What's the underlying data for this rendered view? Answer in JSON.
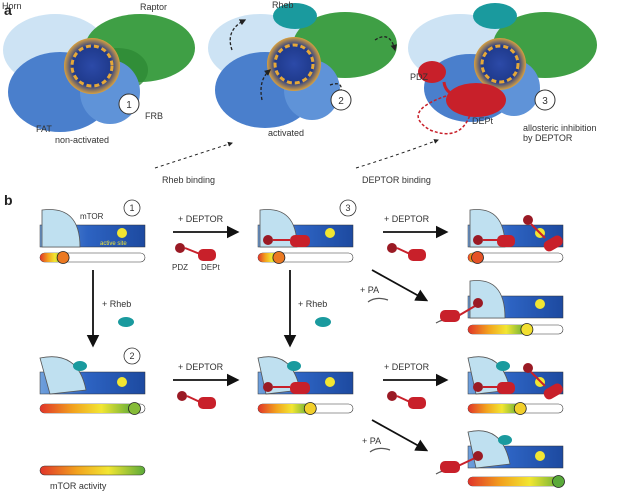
{
  "panel_a": {
    "panel_letter": "a",
    "labels": {
      "horn": "Horn",
      "raptor": "Raptor",
      "rheb": "Rheb",
      "frb": "FRB",
      "fat": "FAT",
      "pdz": "PDZ",
      "dept": "DEPt"
    },
    "states": [
      {
        "number": "1",
        "caption": "non-activated"
      },
      {
        "number": "2",
        "caption": "activated"
      },
      {
        "number": "3",
        "caption_line1": "allosteric inhibition",
        "caption_line2": "by DEPTOR"
      }
    ],
    "transitions": [
      "Rheb binding",
      "DEPTOR binding"
    ]
  },
  "panel_b": {
    "panel_letter": "b",
    "labels": {
      "mtor": "mTOR",
      "active_site": "active site",
      "pdz": "PDZ",
      "dept": "DEPt"
    },
    "state_numbers": [
      "1",
      "2",
      "3"
    ],
    "arrows": {
      "deptor": "+ DEPTOR",
      "rheb": "+ Rheb",
      "pa": "+ PA"
    },
    "activity_levels": {
      "state1": 0.22,
      "state1_deptor": 0.1,
      "state1_pa": 0.62,
      "state2": 0.9,
      "state2_deptor": 0.55,
      "state3": 0.22,
      "state2_pa": 1.0
    },
    "legend": "mTOR activity"
  },
  "colors": {
    "kinase_blue": "#2a62c0",
    "lobe": "#bfe0f0",
    "deptor_red": "#c8202a",
    "rheb_teal": "#1a9a9e",
    "raptor_green": "#3a9a3a",
    "active_site": "#f2e632",
    "gradient": [
      "#e0342a",
      "#f2a21e",
      "#f2e632",
      "#5aaa3a"
    ]
  }
}
